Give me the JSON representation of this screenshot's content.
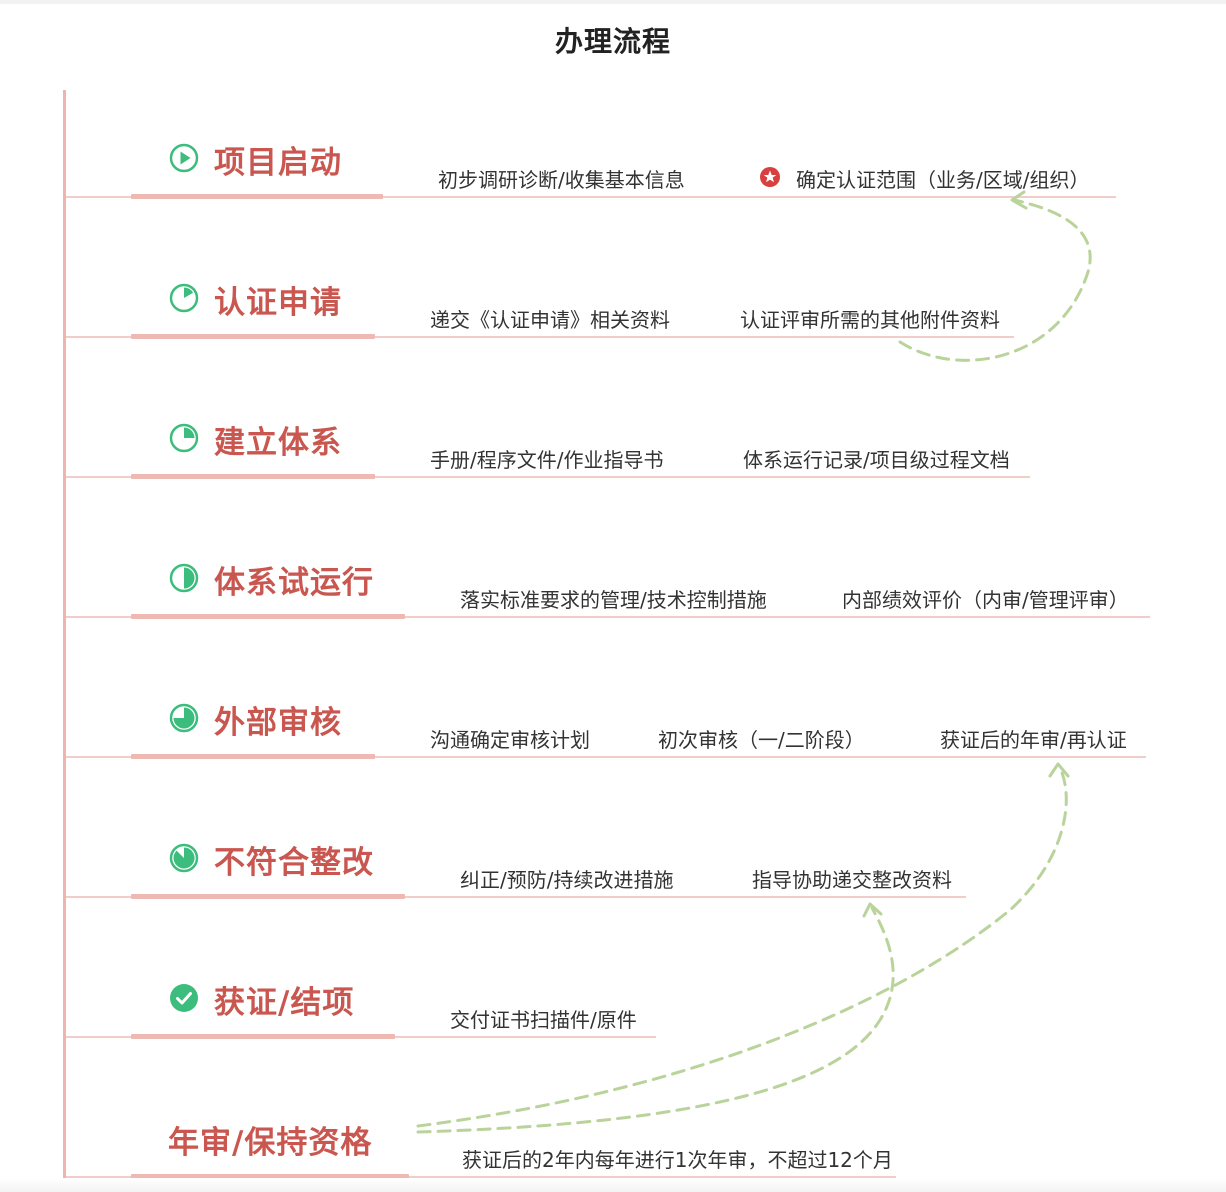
{
  "title": "办理流程",
  "colors": {
    "accent": "#c9564f",
    "line": "#eeb8b3",
    "green": "#3dbd7d",
    "arrow": "#b9d39a"
  },
  "steps": [
    {
      "title": "项目启动",
      "icon": "play-circle-icon",
      "items": [
        "初步调研诊断/收集基本信息",
        "确定认证范围（业务/区域/组织）"
      ]
    },
    {
      "title": "认证申请",
      "icon": "progress-pie-icon",
      "items": [
        "递交《认证申请》相关资料",
        "认证评审所需的其他附件资料"
      ]
    },
    {
      "title": "建立体系",
      "icon": "progress-pie-icon",
      "items": [
        "手册/程序文件/作业指导书",
        "体系运行记录/项目级过程文档"
      ]
    },
    {
      "title": "体系试运行",
      "icon": "progress-pie-icon",
      "items": [
        "落实标准要求的管理/技术控制措施",
        "内部绩效评价（内审/管理评审）"
      ]
    },
    {
      "title": "外部审核",
      "icon": "progress-pie-icon",
      "items": [
        "沟通确定审核计划",
        "初次审核（一/二阶段）",
        "获证后的年审/再认证"
      ]
    },
    {
      "title": "不符合整改",
      "icon": "progress-pie-icon",
      "items": [
        "纠正/预防/持续改进措施",
        "指导协助递交整改资料"
      ]
    },
    {
      "title": "获证/结项",
      "icon": "check-circle-icon",
      "items": [
        "交付证书扫描件/原件"
      ]
    },
    {
      "title": "年审/保持资格",
      "icon": "",
      "items": [
        "获证后的2年内每年进行1次年审，不超过12个月"
      ]
    }
  ]
}
